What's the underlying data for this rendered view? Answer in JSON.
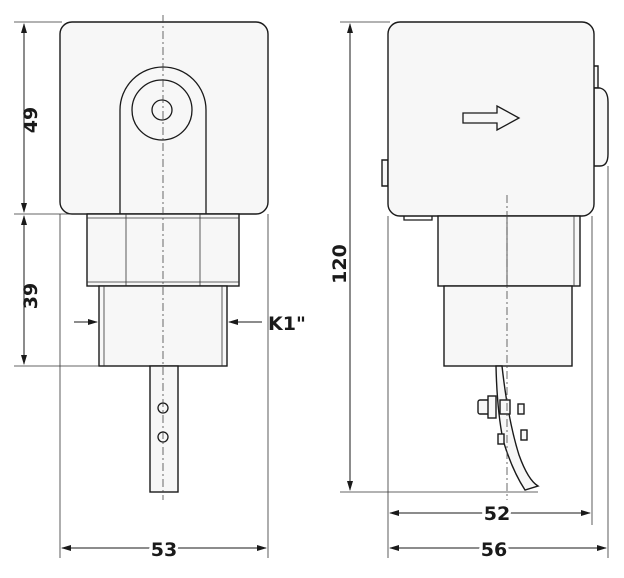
{
  "dimensions": {
    "front_top_height": "49",
    "front_thread_height": "39",
    "front_width": "53",
    "thread_label": "K1\"",
    "side_height": "120",
    "side_inner_width": "52",
    "side_outer_width": "56"
  },
  "icons": {
    "flow_direction": "right-arrow-icon"
  },
  "colors": {
    "line": "#1a1a1a",
    "body": "#f7f7f7"
  }
}
